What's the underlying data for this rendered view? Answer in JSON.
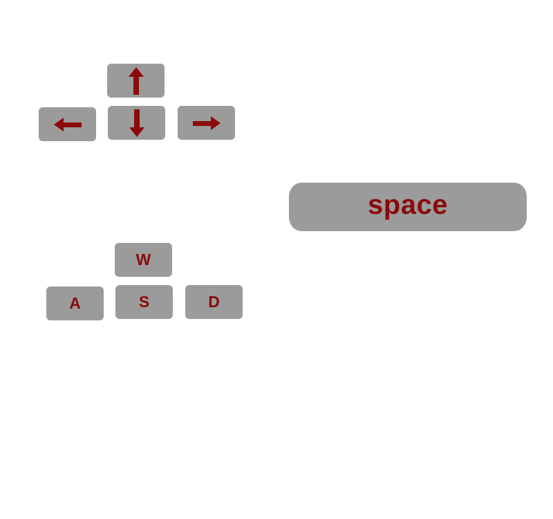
{
  "arrow_keys": {
    "up": {
      "icon": "arrow-up-icon"
    },
    "left": {
      "icon": "arrow-left-icon"
    },
    "down": {
      "icon": "arrow-down-icon"
    },
    "right": {
      "icon": "arrow-right-icon"
    }
  },
  "wasd_keys": {
    "w": "W",
    "a": "A",
    "s": "S",
    "d": "D"
  },
  "space_key": {
    "label": "space"
  },
  "colors": {
    "key_background": "#9b9b9b",
    "key_label": "#8b0a0a",
    "page_background": "#ffffff"
  }
}
